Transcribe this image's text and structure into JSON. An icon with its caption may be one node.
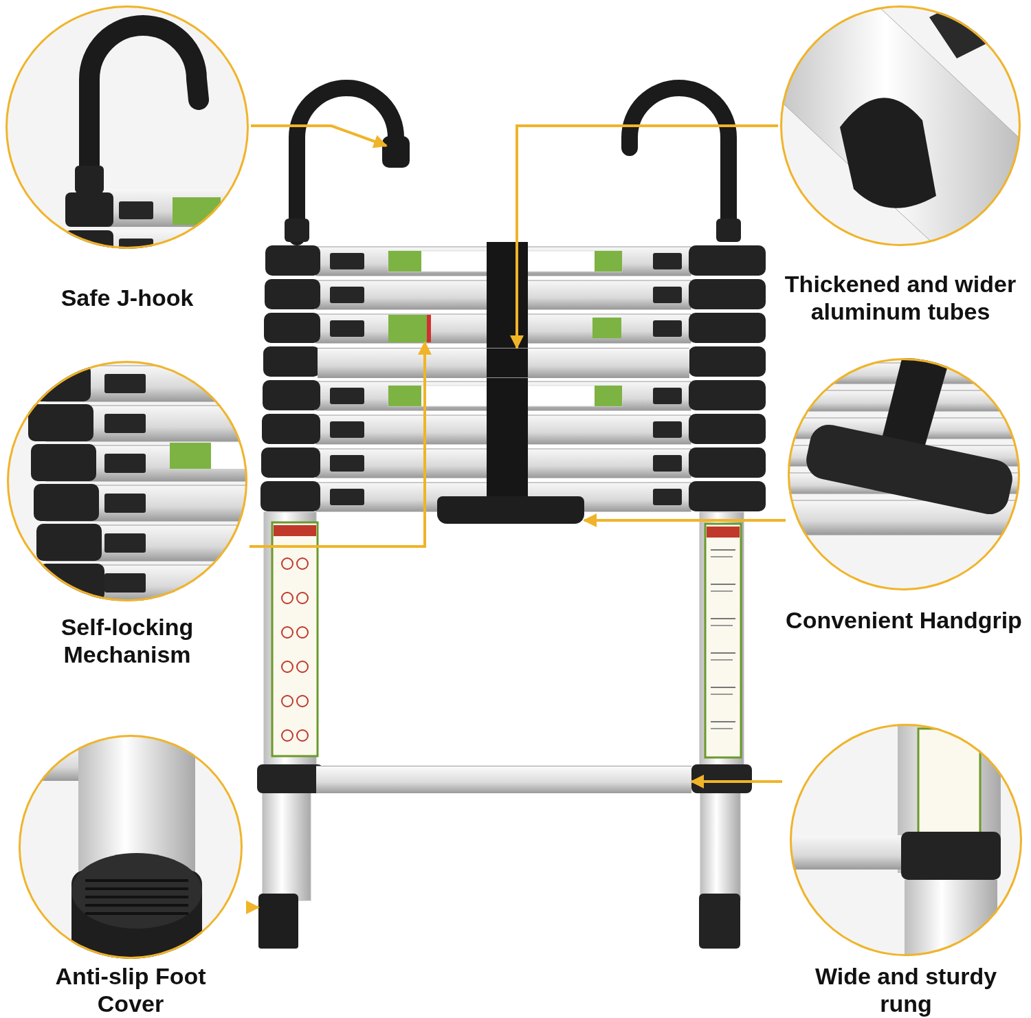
{
  "diagram": {
    "nodes": [
      {
        "text": [
          "Safe J-hook"
        ]
      },
      {
        "text": [
          "Thickened and wider aluminum tubes"
        ]
      },
      {
        "text": [
          "Self-locking Mechanism"
        ]
      },
      {
        "text": [
          "Convenient Handgrip"
        ]
      },
      {
        "text": [
          "Anti-slip Foot Cover"
        ]
      },
      {
        "text": [
          "Wide and sturdy rung"
        ]
      },
      {
        "text": [],
        "shape": "box"
      },
      {
        "text": [],
        "shape": "box"
      },
      {
        "text": [],
        "shape": "box"
      },
      {
        "text": [],
        "shape": "box"
      },
      {
        "text": [],
        "shape": "box"
      },
      {
        "text": [],
        "shape": "box"
      }
    ],
    "edges": [
      {
        "from": 0,
        "to": 6,
        "arrow": "to"
      },
      {
        "from": 1,
        "to": 7,
        "arrow": "to"
      },
      {
        "from": 2,
        "to": 8,
        "arrow": "to"
      },
      {
        "from": 3,
        "to": 9,
        "arrow": "to"
      },
      {
        "from": 4,
        "to": 10,
        "arrow": "to"
      },
      {
        "from": 5,
        "to": 11,
        "arrow": "to"
      }
    ]
  }
}
